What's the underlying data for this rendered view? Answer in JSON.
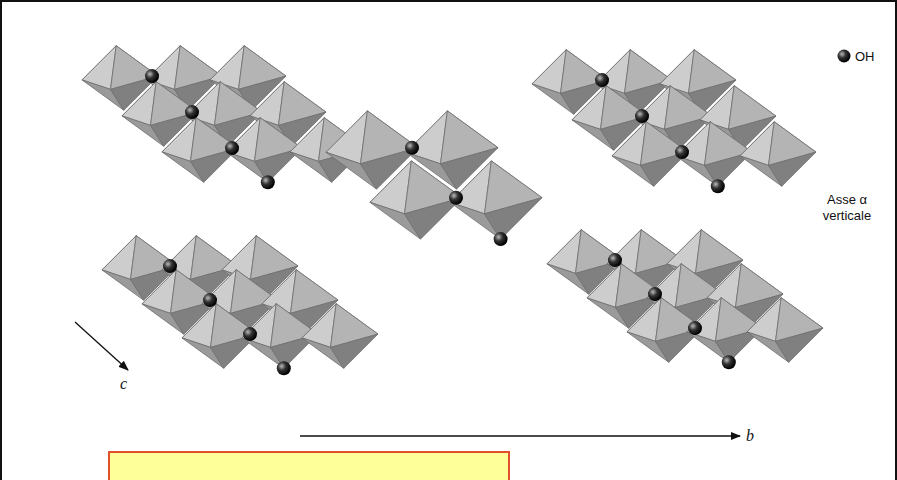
{
  "diagram": {
    "labels": [
      "Asse α verticale",
      "c",
      "b"
    ],
    "legend": [
      {
        "text": "OH"
      }
    ]
  }
}
